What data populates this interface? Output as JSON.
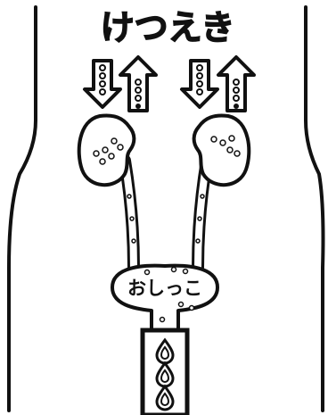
{
  "diagram": {
    "title": "けつえき",
    "bladder_label": "おしっこ",
    "colors": {
      "ink": "#111111",
      "paper": "#ffffff"
    },
    "icons": {
      "arrows": "down-and-up-arrow-pairs",
      "drops": "drop-icon"
    }
  }
}
